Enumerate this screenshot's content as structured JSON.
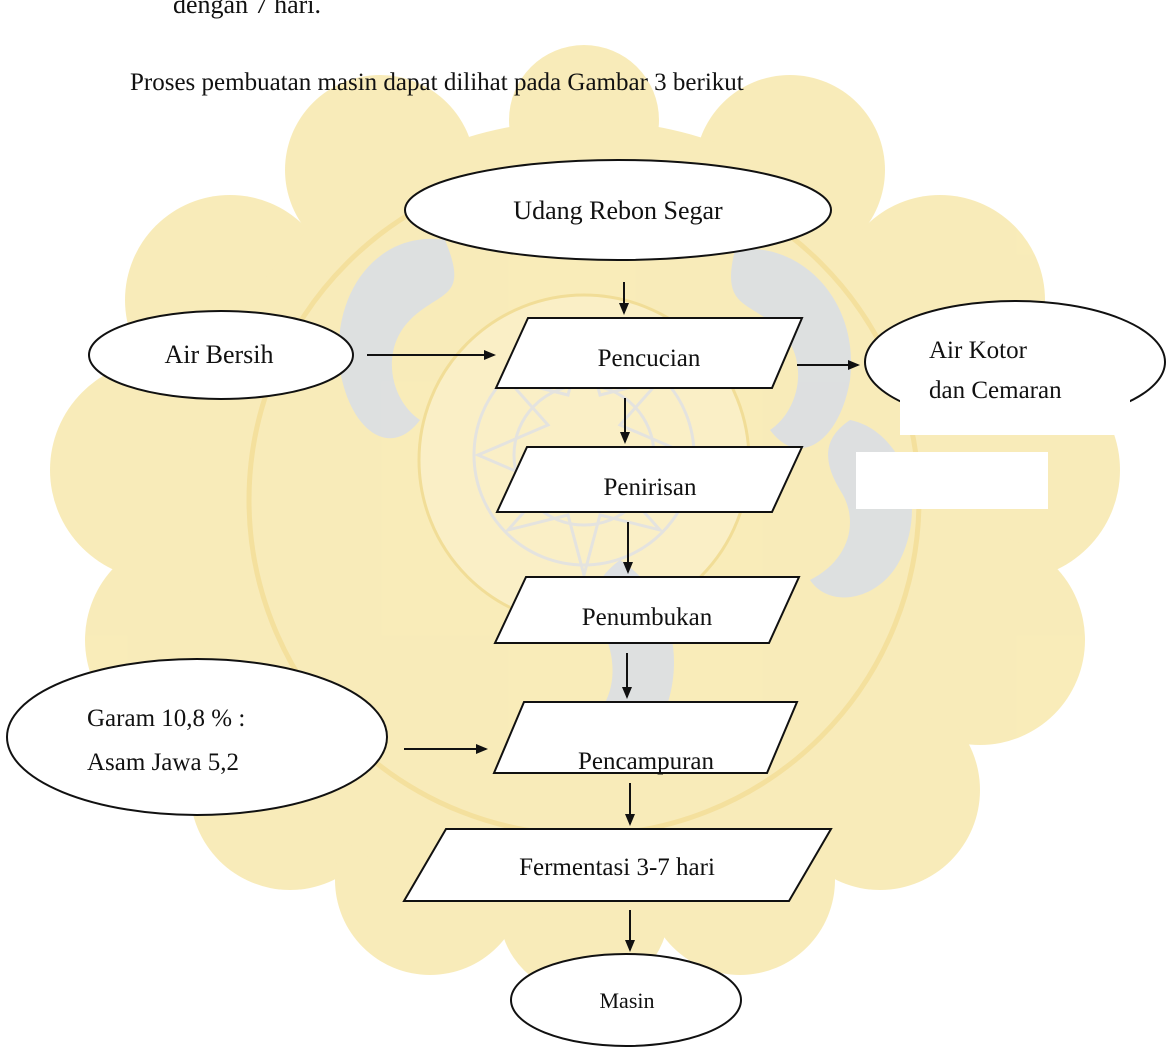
{
  "page": {
    "cropped_line": "dengan 7 hari.",
    "intro": "Proses pembuatan masin dapat dilihat pada Gambar 3 berikut"
  },
  "flowchart": {
    "nodes": {
      "udang": "Udang Rebon Segar",
      "air_bersih": "Air Bersih",
      "pencucian": "Pencucian",
      "air_kotor_line1": "Air Kotor",
      "air_kotor_line2": "dan Cemaran",
      "penirisan": "Penirisan",
      "penumbukan": "Penumbukan",
      "garam_line1": "Garam 10,8 % :",
      "garam_line2": "Asam Jawa 5,2",
      "pencampuran": "Pencampuran",
      "fermentasi": "Fermentasi 3-7 hari",
      "masin": "Masin"
    }
  },
  "colors": {
    "watermark_gold": "#f7e7a8",
    "watermark_blue": "#d4dced",
    "watermark_grey": "#e6e6e6",
    "stroke": "#111111"
  }
}
